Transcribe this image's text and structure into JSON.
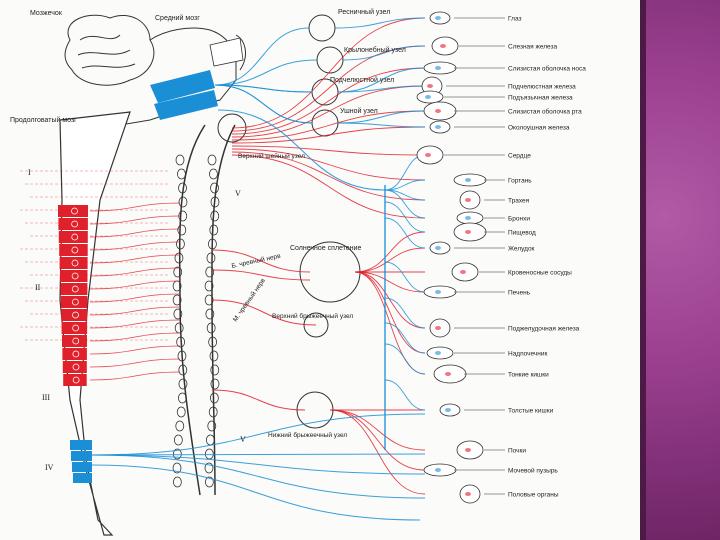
{
  "colors": {
    "sympathetic": "#e0202a",
    "parasympathetic": "#1a8fd6",
    "outline": "#333333",
    "plate": "#fbfbf9",
    "sidebar": "#9a3f8e"
  },
  "brain_labels": {
    "cerebellum": "Мозжечок",
    "midbrain": "Средний мозг",
    "medulla": "Продолговатый мозг"
  },
  "ganglia_labels": {
    "ciliary": "Ресничный узел",
    "pterygopalatine": "Крылонебный узел",
    "submandibular": "Подчелюстной узел",
    "otic": "Ушной узел",
    "superior_cervical": "Верхний шейный узел",
    "celiac": "Солнечное сплетение",
    "superior_mesenteric": "Верхний брыжеечный узел",
    "inferior_mesenteric": "Нижний брыжеечный узел",
    "greater_splanchnic": "Б. чревный нерв",
    "lesser_splanchnic": "М. чревный нерв"
  },
  "spinal_markers": [
    "I",
    "II",
    "III",
    "IV"
  ],
  "chain_markers": [
    "V",
    "V"
  ],
  "organs": [
    "Глаз",
    "Слезная железа",
    "Слизистая оболочка носа",
    "Подчелюстная железа",
    "Подъязычная железа",
    "Слизистая оболочка рта",
    "Околоушная железа",
    "Сердце",
    "Гортань",
    "Трахея",
    "Бронхи",
    "Пищевод",
    "Желудок",
    "Кровеносные сосуды",
    "Печень",
    "Поджелудочная железа",
    "Надпочечник",
    "Тонкие кишки",
    "Толстые кишки",
    "Почки",
    "Мочевой пузырь",
    "Половые органы"
  ]
}
